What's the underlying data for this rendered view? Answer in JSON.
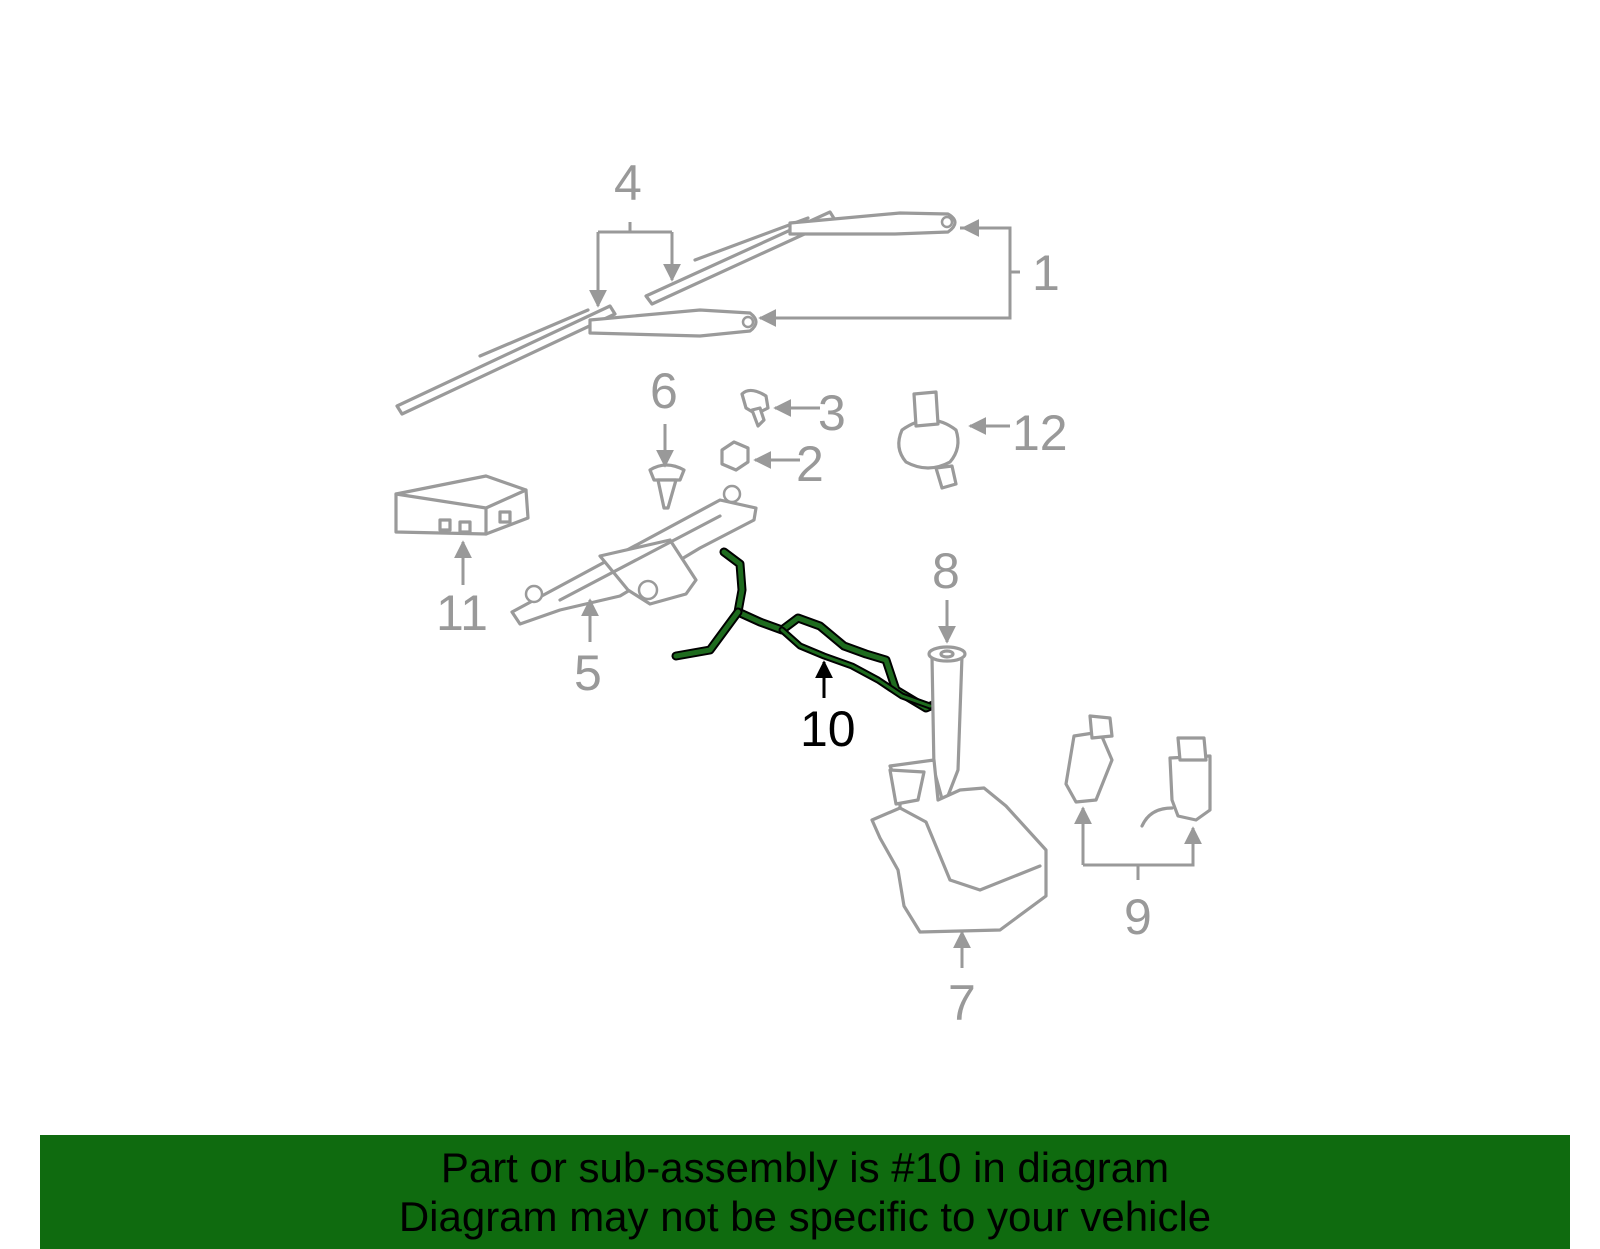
{
  "callouts": [
    "1",
    "2",
    "3",
    "4",
    "5",
    "6",
    "7",
    "8",
    "9",
    "10",
    "11",
    "12"
  ],
  "highlighted_part": "10",
  "colors": {
    "part_line": "#9a9a9a",
    "highlight_outline": "#000000",
    "highlight_fill": "#1e6b1e",
    "banner_bg": "#0f6b0f",
    "callout_text": "#999999"
  },
  "banner": {
    "line1": "Part or sub-assembly is #10 in diagram",
    "line2": "Diagram may not be specific to your vehicle"
  }
}
